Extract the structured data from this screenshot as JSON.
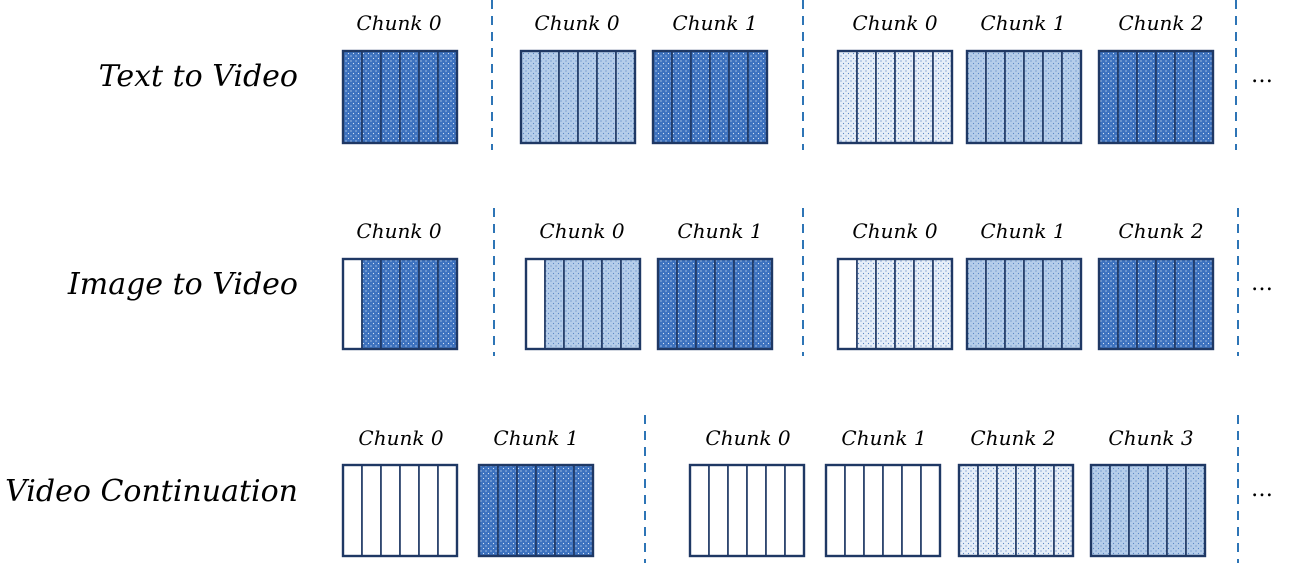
{
  "colors": {
    "outline": "#1f3864",
    "divider": "#2e75b6",
    "dark_fill": "#3d72bf",
    "medium_fill": "#b5cdea",
    "light_fill": "#e6eef8",
    "empty_fill": "#ffffff",
    "dot_on_dark": "#dbe6f5",
    "dot_on_light": "#5b86c4"
  },
  "legend_of_fills": [
    "empty",
    "light",
    "medium",
    "dark"
  ],
  "ellipsis": "…",
  "rows": [
    {
      "label": "Text to Video",
      "groups": [
        {
          "chunks": [
            {
              "label": "Chunk 0",
              "fill": "dark",
              "first_frame_empty": false
            }
          ]
        },
        {
          "chunks": [
            {
              "label": "Chunk 0",
              "fill": "medium",
              "first_frame_empty": false
            },
            {
              "label": "Chunk 1",
              "fill": "dark",
              "first_frame_empty": false
            }
          ]
        },
        {
          "chunks": [
            {
              "label": "Chunk 0",
              "fill": "light",
              "first_frame_empty": false
            },
            {
              "label": "Chunk 1",
              "fill": "medium",
              "first_frame_empty": false
            },
            {
              "label": "Chunk 2",
              "fill": "dark",
              "first_frame_empty": false
            }
          ]
        }
      ]
    },
    {
      "label": "Image to Video",
      "groups": [
        {
          "chunks": [
            {
              "label": "Chunk 0",
              "fill": "dark",
              "first_frame_empty": true
            }
          ]
        },
        {
          "chunks": [
            {
              "label": "Chunk 0",
              "fill": "medium",
              "first_frame_empty": true
            },
            {
              "label": "Chunk 1",
              "fill": "dark",
              "first_frame_empty": false
            }
          ]
        },
        {
          "chunks": [
            {
              "label": "Chunk 0",
              "fill": "light",
              "first_frame_empty": true
            },
            {
              "label": "Chunk 1",
              "fill": "medium",
              "first_frame_empty": false
            },
            {
              "label": "Chunk 2",
              "fill": "dark",
              "first_frame_empty": false
            }
          ]
        }
      ]
    },
    {
      "label": "Video Continuation",
      "groups": [
        {
          "chunks": [
            {
              "label": "Chunk 0",
              "fill": "empty",
              "first_frame_empty": false
            },
            {
              "label": "Chunk 1",
              "fill": "dark",
              "first_frame_empty": false
            }
          ]
        },
        {
          "chunks": [
            {
              "label": "Chunk 0",
              "fill": "empty",
              "first_frame_empty": false
            },
            {
              "label": "Chunk 1",
              "fill": "empty",
              "first_frame_empty": false
            },
            {
              "label": "Chunk 2",
              "fill": "light",
              "first_frame_empty": false
            },
            {
              "label": "Chunk 3",
              "fill": "medium",
              "first_frame_empty": false
            }
          ]
        }
      ]
    }
  ]
}
